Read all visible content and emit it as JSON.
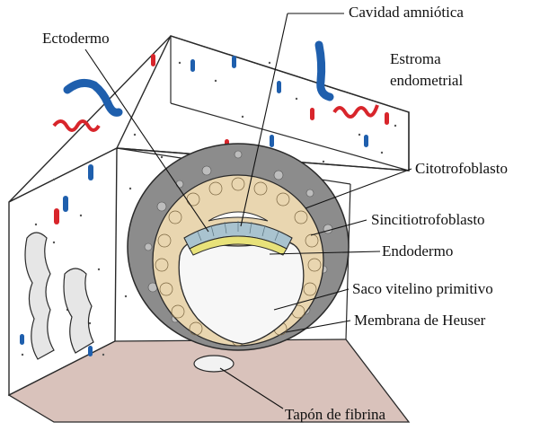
{
  "labels": {
    "cavidad_amniotica": "Cavidad amniótica",
    "ectodermo": "Ectodermo",
    "estroma_line1": "Estroma",
    "estroma_line2": "endometrial",
    "citotrofoblasto": "Citotrofoblasto",
    "sincitiotrofoblasto": "Sincitiotrofoblasto",
    "endodermo": "Endodermo",
    "saco_vitelino": "Saco vitelino primitivo",
    "membrana_heuser": "Membrana de Heuser",
    "tapon_fibrina": "Tapón de fibrina"
  },
  "colors": {
    "outline": "#2a2a2a",
    "floor": "#d9c2bb",
    "syncytio": "#8c8c8c",
    "cytotrophoblast": "#e9d6b0",
    "ectoderm": "#a9c3cf",
    "endoderm": "#e8e27a",
    "artery": "#d8252b",
    "vein": "#1f5fad",
    "gland": "#e6e6e6"
  }
}
